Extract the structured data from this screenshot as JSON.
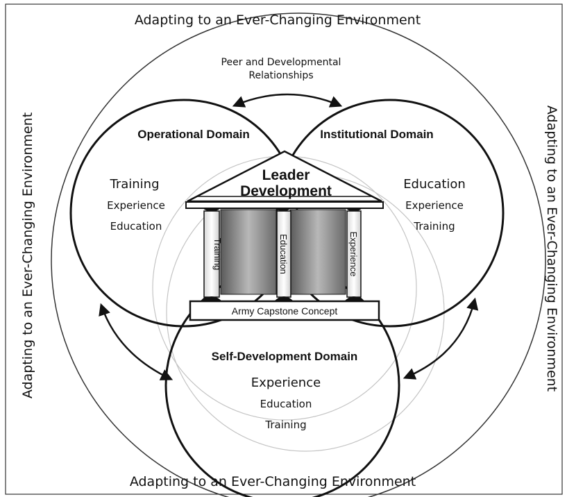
{
  "environment": {
    "top": "Adapting to an Ever-Changing Environment",
    "bottom": "Adapting to an Ever-Changing Environment",
    "left": "Adapting to an Ever-Changing Environment",
    "right": "Adapting to an Ever-Changing Environment"
  },
  "relationships": {
    "line1": "Peer and Developmental",
    "line2": "Relationships"
  },
  "domains": {
    "operational": {
      "title": "Operational Domain",
      "items": [
        "Training",
        "Experience",
        "Education"
      ]
    },
    "institutional": {
      "title": "Institutional Domain",
      "items": [
        "Education",
        "Experience",
        "Training"
      ]
    },
    "self_development": {
      "title": "Self-Development Domain",
      "items": [
        "Experience",
        "Education",
        "Training"
      ]
    }
  },
  "temple": {
    "roof_line1": "Leader",
    "roof_line2": "Development",
    "pillars": [
      "Training",
      "Education",
      "Experience"
    ],
    "base": "Army Capstone Concept"
  },
  "colors": {
    "line": "#111111",
    "pillar_shade": "#9a9a9a",
    "background": "#ffffff"
  }
}
